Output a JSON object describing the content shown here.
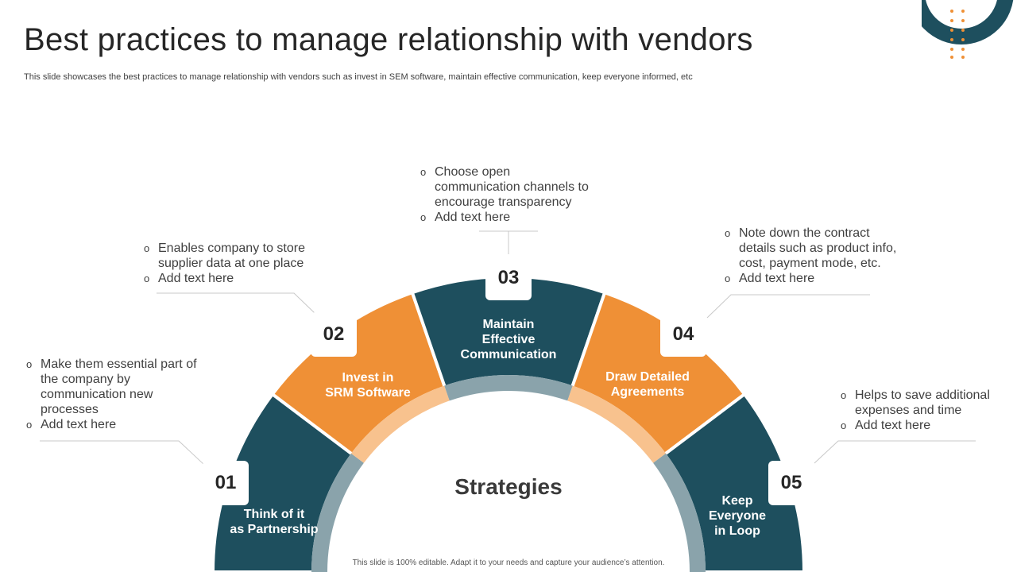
{
  "header": {
    "title": "Best practices to manage relationship with vendors",
    "subtitle": "This slide showcases the best practices to manage relationship with vendors such as invest in SEM software, maintain effective communication, keep everyone informed, etc"
  },
  "colors": {
    "teal": "#1e4f5e",
    "orange": "#ef9036",
    "light_orange": "#f8c28e",
    "gray_blue": "#8aa3ab",
    "text": "#404040"
  },
  "center_label": "Strategies",
  "steps": [
    {
      "number": "01",
      "label": "Think of it\nas Partnership",
      "bullets": [
        "Make them essential part of the company by communication new processes",
        "Add text here"
      ]
    },
    {
      "number": "02",
      "label": "Invest in\nSRM Software",
      "bullets": [
        "Enables company to store supplier data at one place",
        "Add text here"
      ]
    },
    {
      "number": "03",
      "label": "Maintain\nEffective\nCommunication",
      "bullets": [
        "Choose open communication channels to encourage transparency",
        "Add text here"
      ]
    },
    {
      "number": "04",
      "label": "Draw Detailed\nAgreements",
      "bullets": [
        "Note down the contract details such as product info, cost, payment mode, etc.",
        "Add text here"
      ]
    },
    {
      "number": "05",
      "label": "Keep\nEveryone\nin Loop",
      "bullets": [
        "Helps to save additional expenses and time",
        "Add text here"
      ]
    }
  ],
  "footer": "This slide is 100% editable. Adapt it to your needs and capture your audience’s attention."
}
